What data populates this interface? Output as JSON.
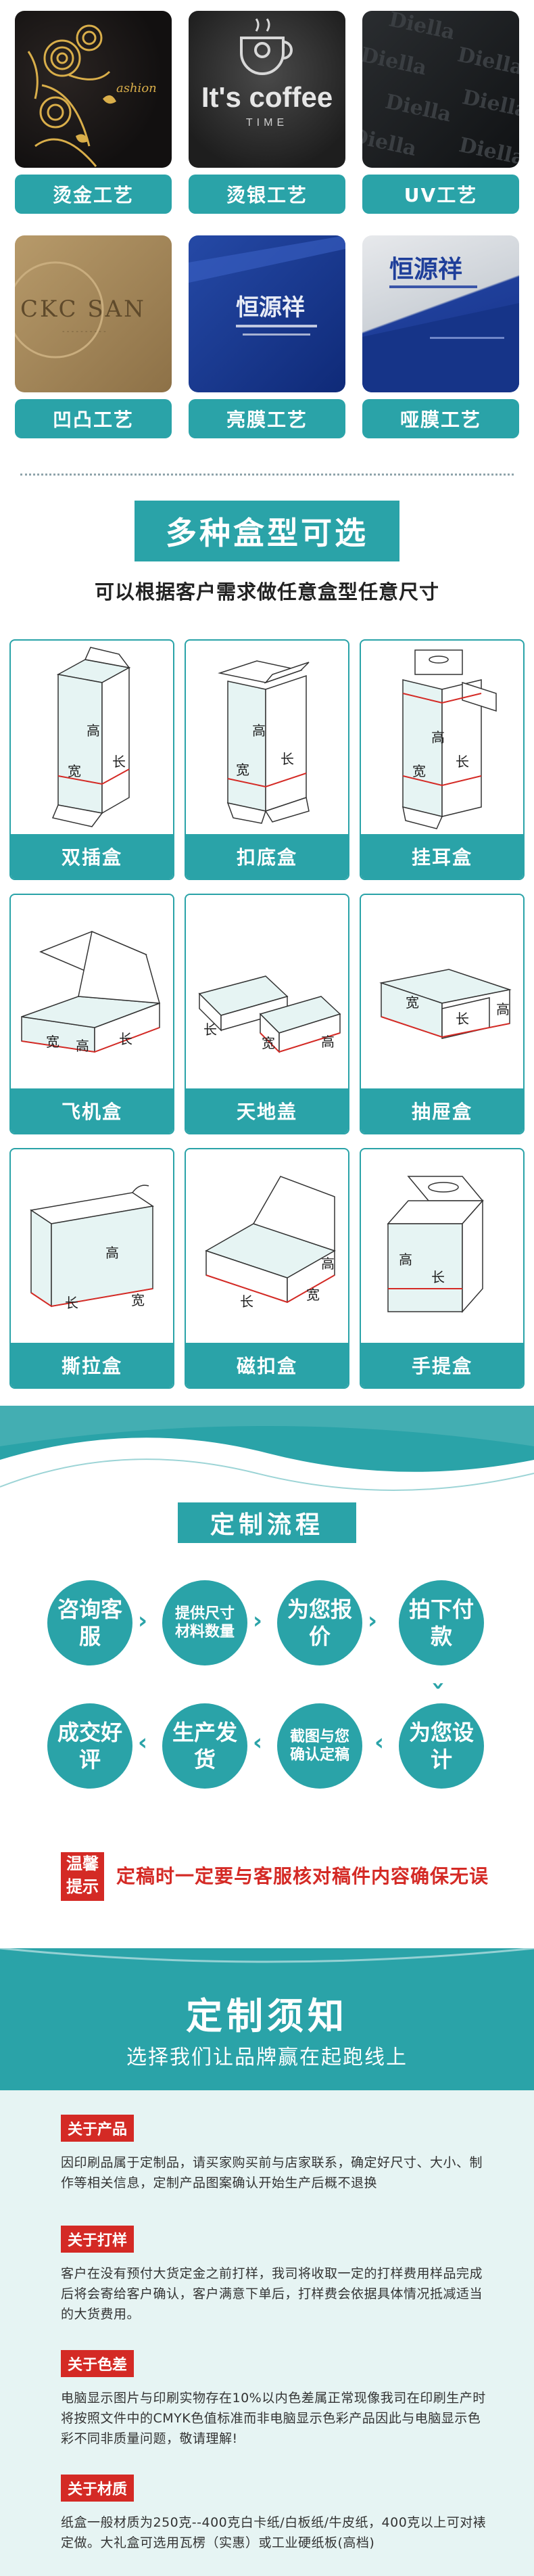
{
  "crafts": [
    {
      "label": "烫金工艺",
      "photo_text": "ashion"
    },
    {
      "label": "烫银工艺",
      "photo_text": "It's coffee",
      "photo_subtext": "TIME"
    },
    {
      "label": "UV工艺",
      "photo_text": "Diella"
    },
    {
      "label": "凹凸工艺",
      "photo_text": "CKC SAN"
    },
    {
      "label": "亮膜工艺",
      "photo_text": "恒源祥"
    },
    {
      "label": "哑膜工艺",
      "photo_text": "恒源祥"
    }
  ],
  "box_section": {
    "title": "多种盒型可选",
    "subtitle": "可以根据客户需求做任意盒型任意尺寸",
    "dim_labels": {
      "height": "高",
      "length": "长",
      "width": "宽"
    },
    "boxes": [
      {
        "label": "双插盒"
      },
      {
        "label": "扣底盒"
      },
      {
        "label": "挂耳盒"
      },
      {
        "label": "飞机盒"
      },
      {
        "label": "天地盖"
      },
      {
        "label": "抽屉盒"
      },
      {
        "label": "撕拉盒"
      },
      {
        "label": "磁扣盒"
      },
      {
        "label": "手提盒"
      }
    ]
  },
  "process": {
    "title": "定制流程",
    "steps": [
      "咨询客服",
      "提供尺寸材料数量",
      "为您报价",
      "拍下付款",
      "为您设计",
      "截图与您确认定稿",
      "生产发货",
      "成交好评"
    ],
    "warm_tip_badge": "温馨提示",
    "warm_tip_text": "定稿时一定要与客服核对稿件内容确保无误"
  },
  "custom_notice": {
    "title": "定制须知",
    "subtitle": "选择我们让品牌赢在起跑线上",
    "items": [
      {
        "tag": "关于产品",
        "text": "因印刷品属于定制品，请买家购买前与店家联系，确定好尺寸、大小、制作等相关信息，定制产品图案确认开始生产后概不退换"
      },
      {
        "tag": "关于打样",
        "text": "客户在没有预付大货定金之前打样，我司将收取一定的打样费用样品完成后将会寄给客户确认，客户满意下单后，打样费会依据具体情况抵减适当的大货费用。"
      },
      {
        "tag": "关于色差",
        "text": "电脑显示图片与印刷实物存在10%以内色差属正常现像我司在印刷生产时将按照文件中的CMYK色值标准而非电脑显示色彩产品因此与电脑显示色彩不同非质量问题，敬请理解!"
      },
      {
        "tag": "关于材质",
        "text": "纸盒一般材质为250克--400克白卡纸/白板纸/牛皮纸，400克以上可对裱定做。大礼盒可选用瓦楞（实惠）或工业硬纸板(高档)"
      }
    ]
  },
  "colors": {
    "teal": "#2aa3a8",
    "red": "#d42a25",
    "light_teal": "#e6f4f3"
  }
}
